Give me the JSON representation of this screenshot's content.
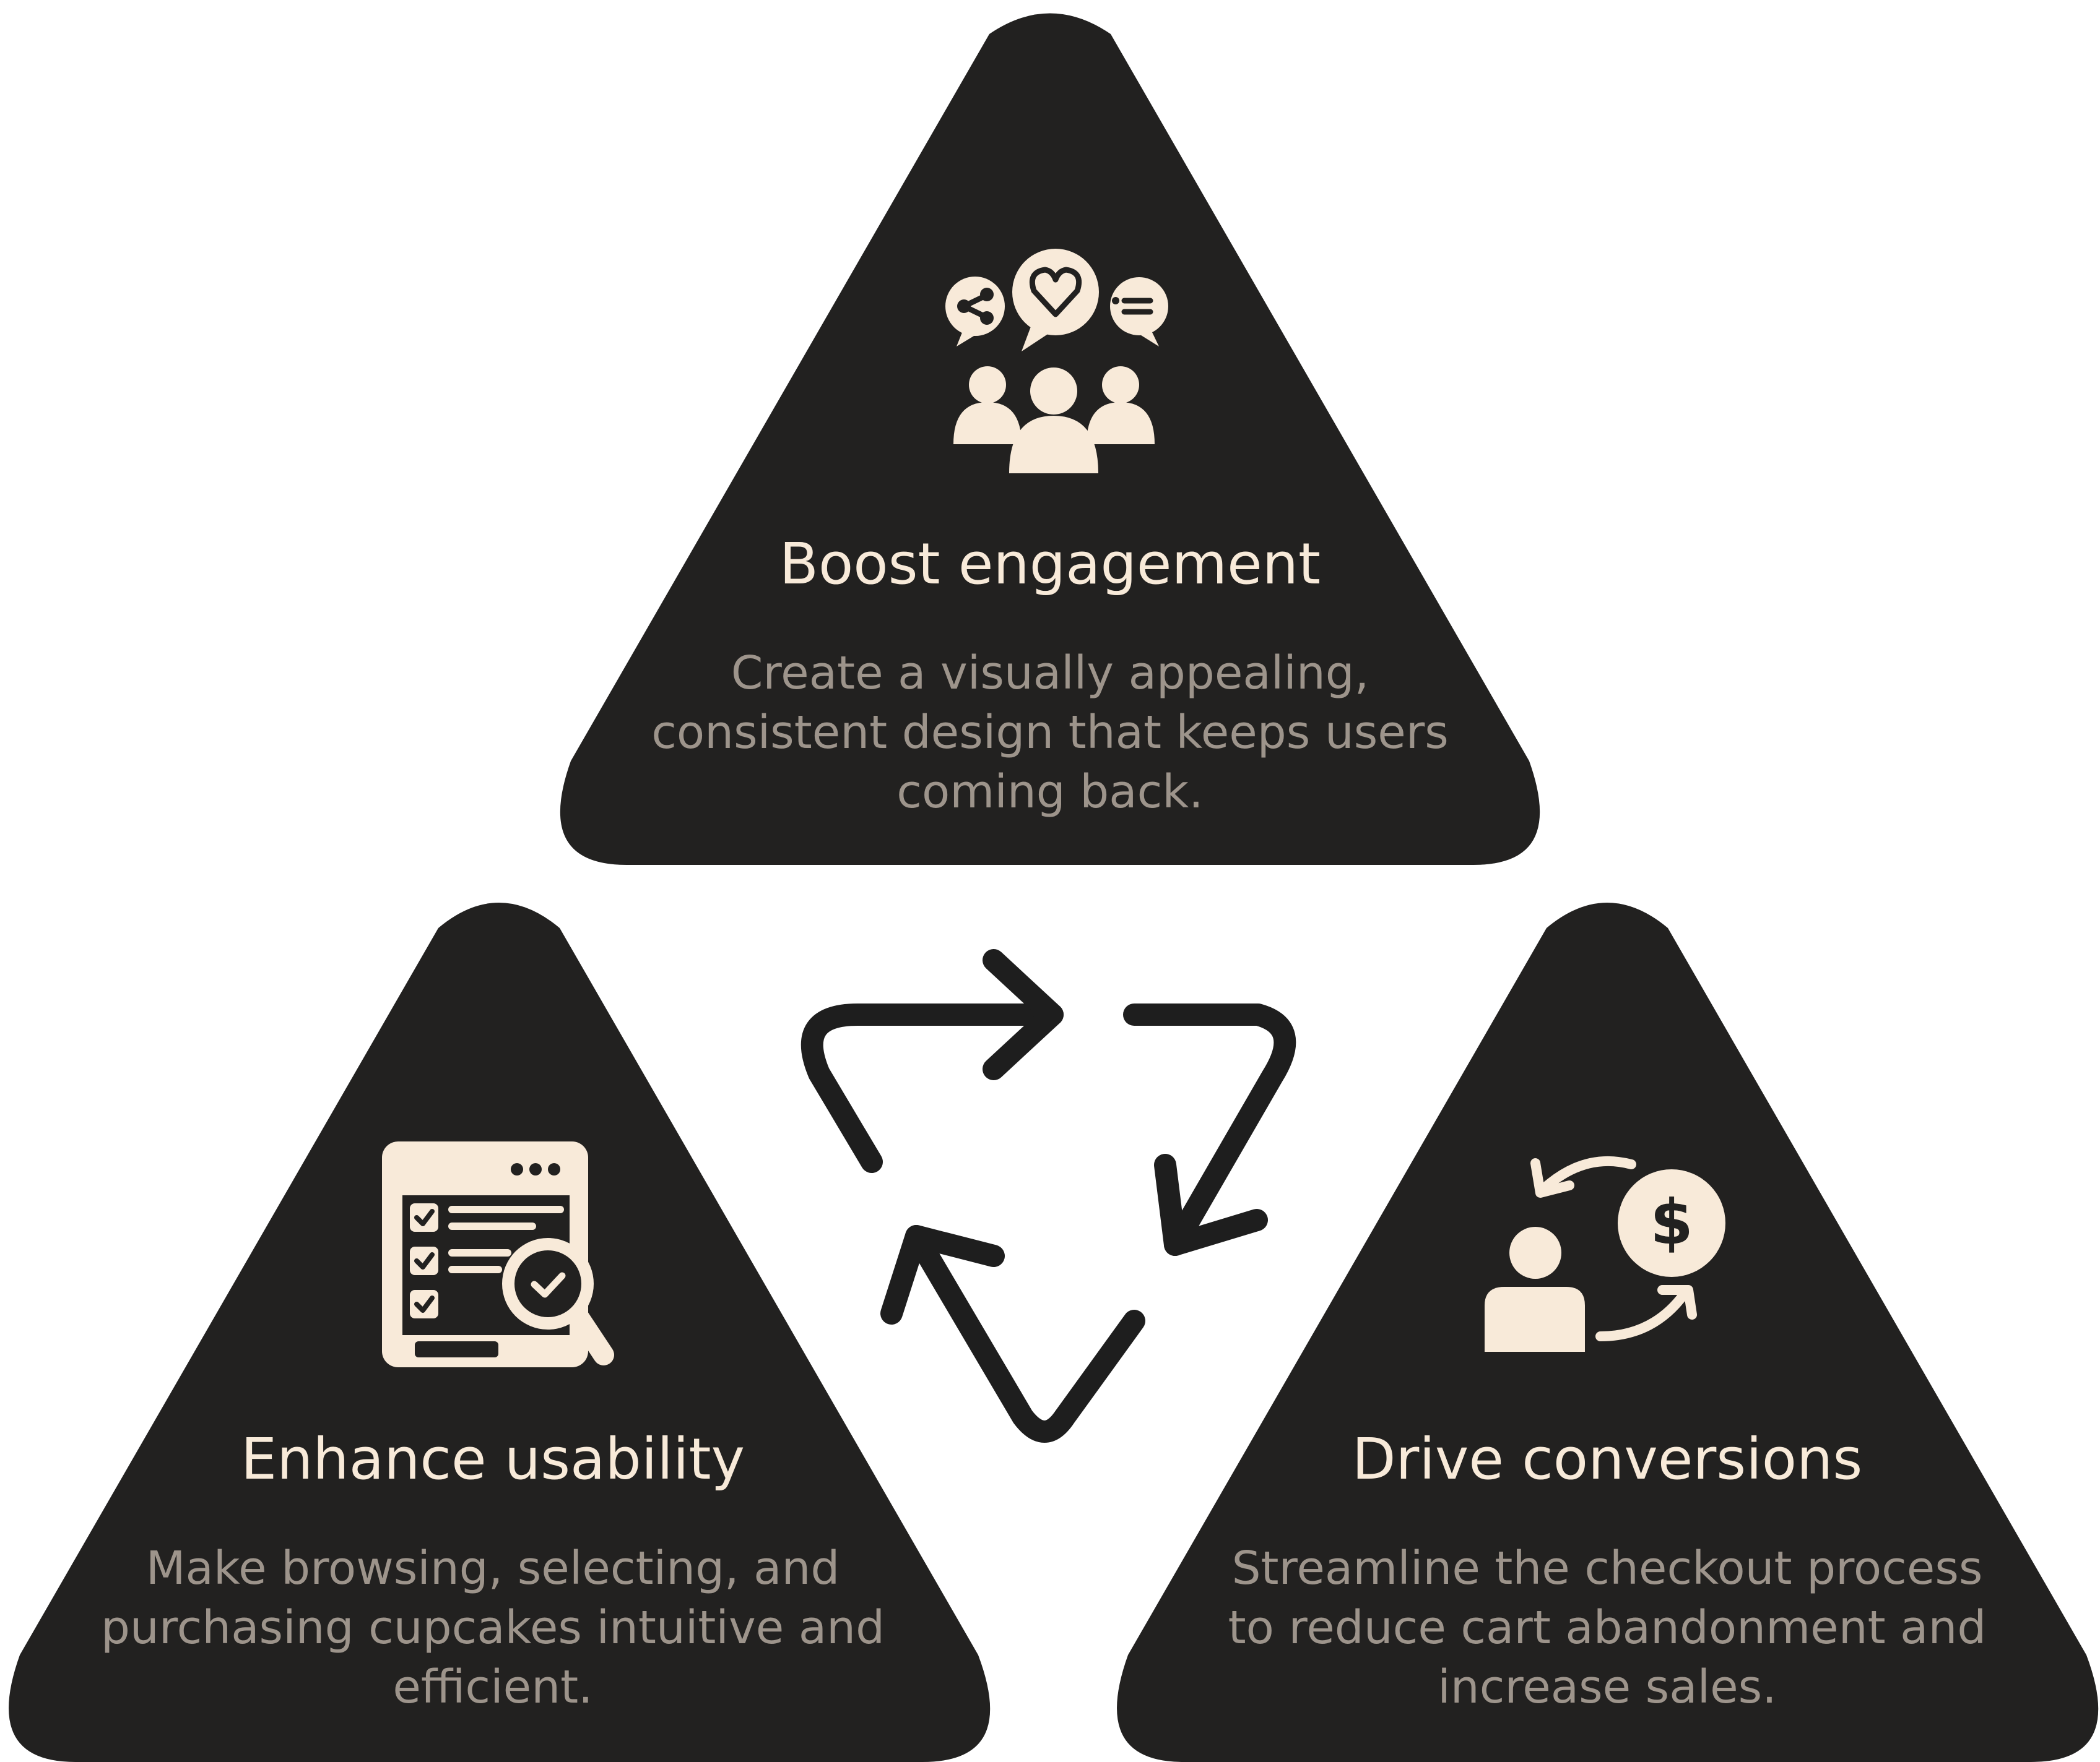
{
  "colors": {
    "background": "#ffffff",
    "triangle_fill": "#222120",
    "icon_fill": "#f8ead9",
    "title_color": "#f8ead9",
    "description_color": "#9d948b",
    "cycle_arrow_color": "#1e1e1e"
  },
  "sections": {
    "top": {
      "icon": "community-engagement-icon",
      "title": "Boost engagement",
      "description_lines": [
        "Create a visually appealing,",
        "consistent design that keeps users",
        "coming back."
      ]
    },
    "left": {
      "icon": "checklist-search-icon",
      "title": "Enhance usability",
      "description_lines": [
        "Make browsing, selecting, and",
        "purchasing cupcakes intuitive and",
        "efficient."
      ]
    },
    "right": {
      "icon": "user-money-exchange-icon",
      "title": "Drive conversions",
      "description_lines": [
        "Streamline the checkout process",
        "to reduce cart abandonment and",
        "increase sales."
      ]
    }
  },
  "center": {
    "icon": "cycle-arrows-icon"
  }
}
